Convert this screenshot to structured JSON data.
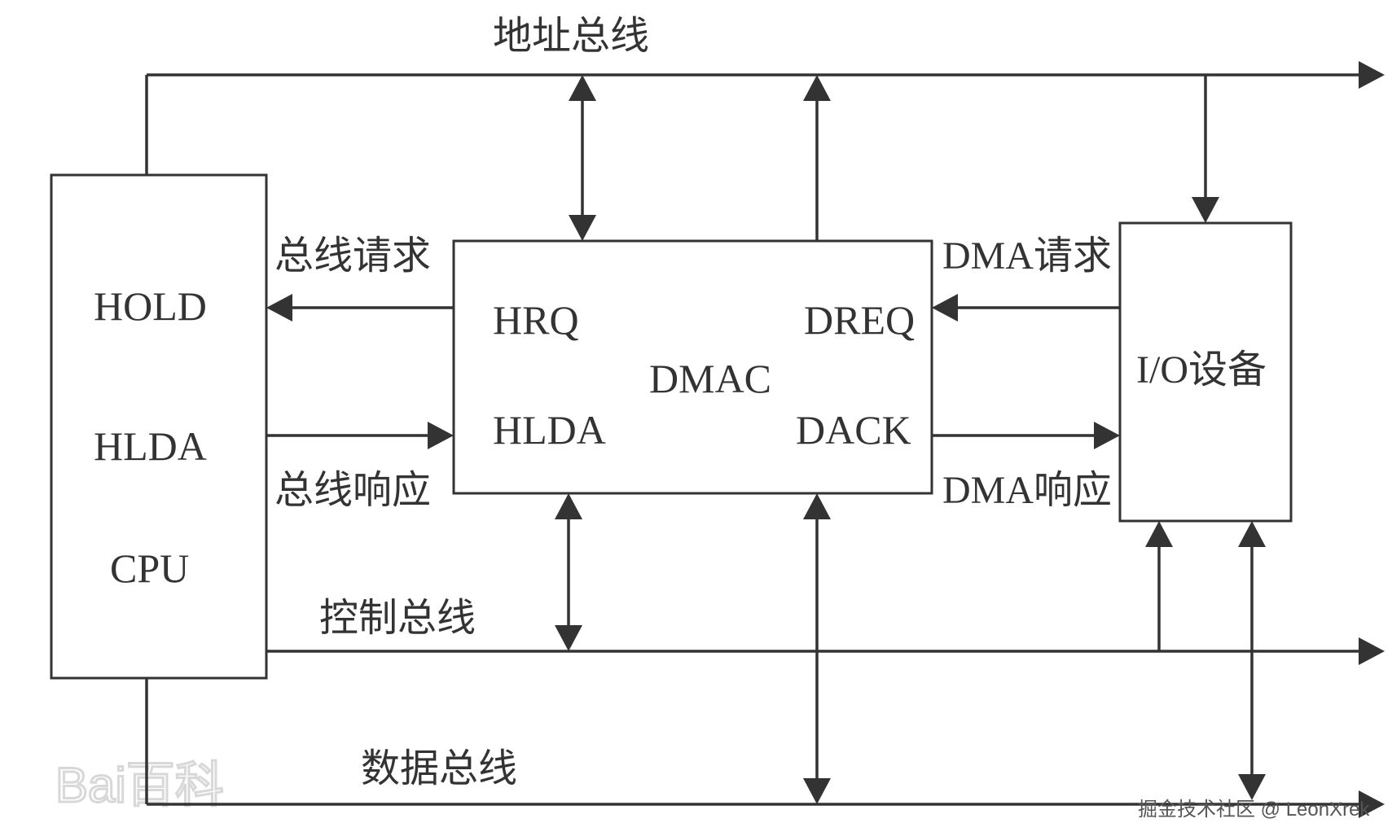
{
  "buses": {
    "address": "地址总线",
    "control": "控制总线",
    "data": "数据总线"
  },
  "cpu": {
    "hold": "HOLD",
    "hlda": "HLDA",
    "name": "CPU"
  },
  "dmac": {
    "hrq": "HRQ",
    "hlda": "HLDA",
    "name": "DMAC",
    "dreq": "DREQ",
    "dack": "DACK"
  },
  "io": {
    "name": "I/O设备"
  },
  "signals": {
    "bus_request": "总线请求",
    "bus_response": "总线响应",
    "dma_request": "DMA请求",
    "dma_response": "DMA响应"
  },
  "watermarks": {
    "source": "掘金技术社区 @ LeonXrek",
    "baidu_logo": "Bai百科"
  }
}
